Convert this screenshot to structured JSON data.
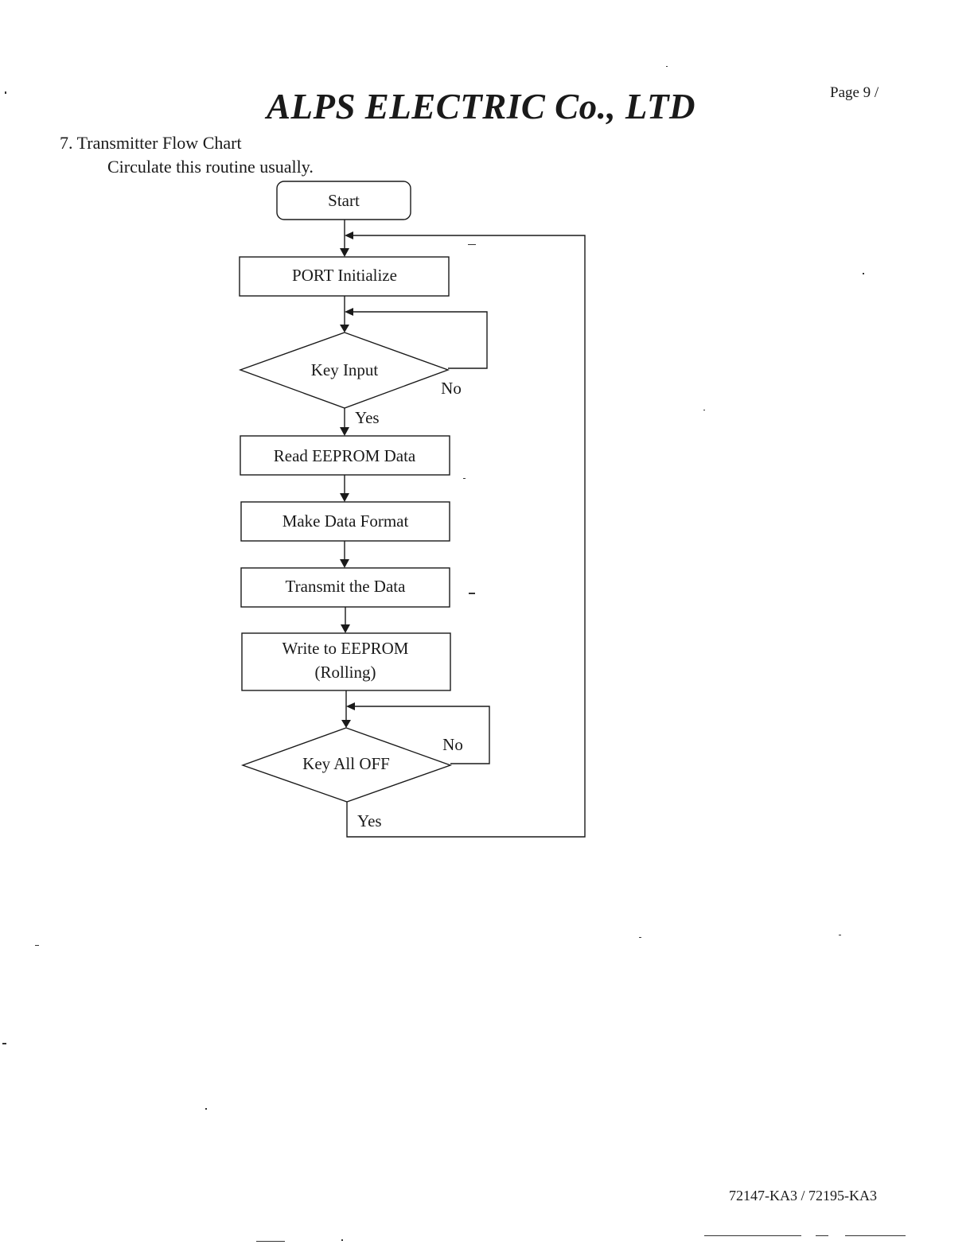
{
  "header": {
    "company": "ALPS ELECTRIC Co., LTD",
    "page": "Page 9 /"
  },
  "section": {
    "heading": "7. Transmitter Flow Chart",
    "note": "Circulate this routine usually."
  },
  "flowchart": {
    "start": "Start",
    "port_init": "PORT Initialize",
    "key_input": "Key Input",
    "read_eeprom": "Read EEPROM Data",
    "make_format": "Make Data Format",
    "transmit": "Transmit the Data",
    "write_eeprom_line1": "Write to EEPROM",
    "write_eeprom_line2": "(Rolling)",
    "key_all_off": "Key All OFF",
    "key_input_no": "No",
    "key_input_yes": "Yes",
    "key_all_off_no": "No",
    "key_all_off_yes": "Yes"
  },
  "footer": {
    "doc_code": "72147-KA3 / 72195-KA3"
  }
}
